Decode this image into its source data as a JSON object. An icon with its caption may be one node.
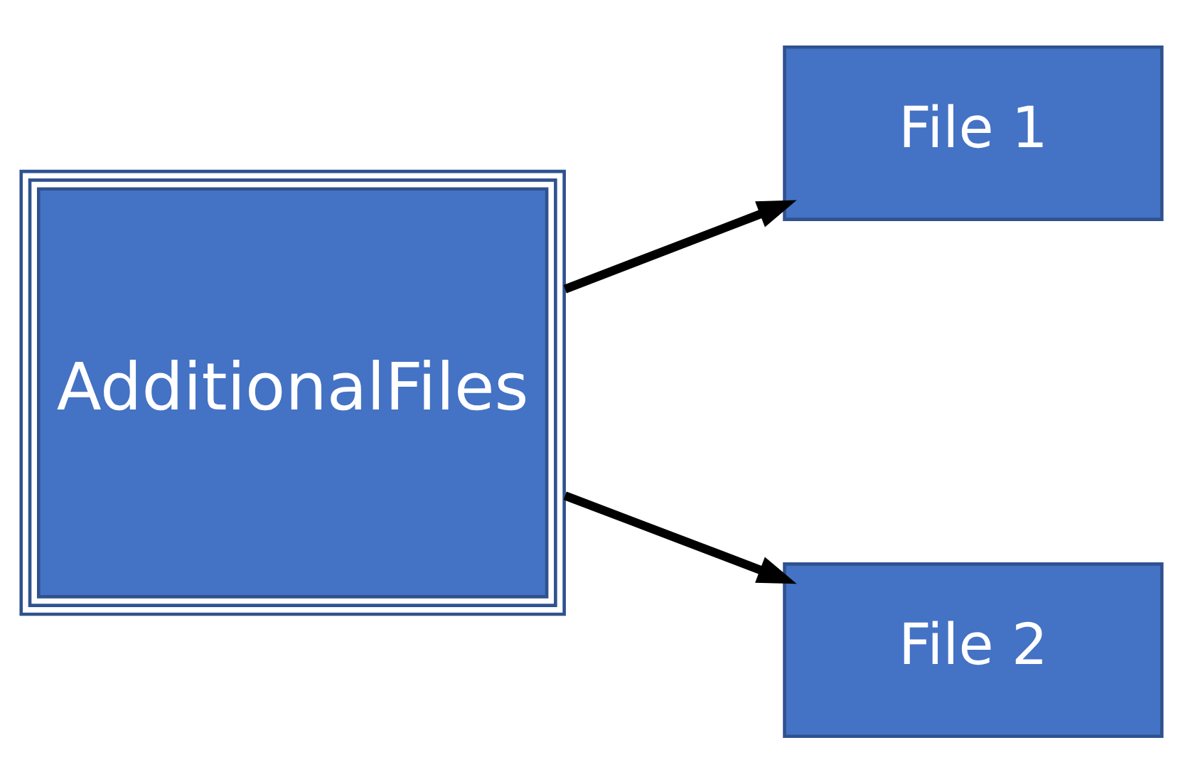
{
  "diagram": {
    "nodes": [
      {
        "text": [
          "AdditionalFiles"
        ]
      },
      {
        "text": [
          "File 1"
        ]
      },
      {
        "text": [
          "File 2"
        ]
      }
    ],
    "edges": [
      {
        "from": 0,
        "to": 1,
        "arrow": "to"
      },
      {
        "from": 0,
        "to": 2,
        "arrow": "to"
      }
    ]
  }
}
